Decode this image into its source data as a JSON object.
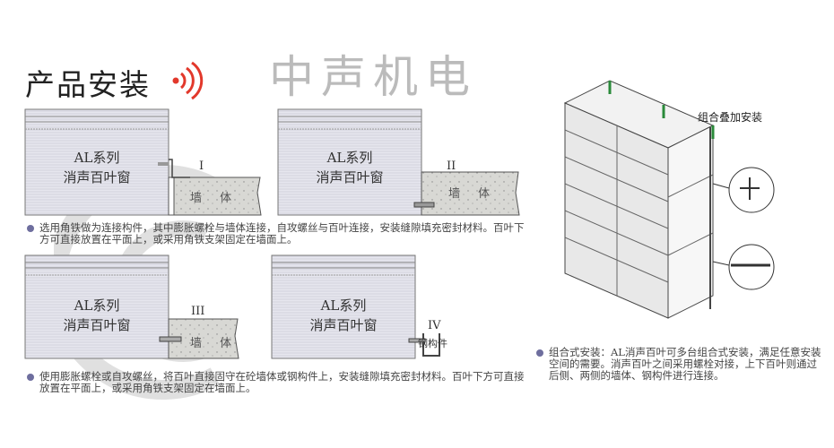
{
  "title": "产品安装",
  "watermark": "中声机电",
  "panels": [
    {
      "roman": "I",
      "line1": "AL系列",
      "line2": "消声百叶窗",
      "wall": "墙 体"
    },
    {
      "roman": "II",
      "line1": "AL系列",
      "line2": "消声百叶窗",
      "wall": "墙 体"
    },
    {
      "roman": "III",
      "line1": "AL系列",
      "line2": "消声百叶窗",
      "wall": "墙 体"
    },
    {
      "roman": "IV",
      "line1": "AL系列",
      "line2": "消声百叶窗",
      "steel": "钢构件"
    }
  ],
  "notes": {
    "top": "选用角铁做为连接构件，其中膨胀螺栓与墙体连接，自攻螺丝与百叶连接，安装缝隙填充密封材料。百叶下方可直接放置在平面上，或采用角铁支架固定在墙面上。",
    "bottom": "使用膨胀螺栓或自攻螺丝，将百叶直接固守在砼墙体或钢构件上，安装缝隙填充密封材料。百叶下方可直接放置在平面上，或采用角铁支架固定在墙面上。",
    "right": "组合式安装：AL消声百叶可多台组合式安装，满足任意安装空间的需要。消声百叶之间采用螺栓对接，上下百叶则通过后侧、两侧的墙体、钢构件进行连接。"
  },
  "combo_label": "组合叠加安装",
  "colors": {
    "accent": "#e2382b",
    "bullet": "#6e6e9e",
    "green": "#2a8a3a"
  }
}
